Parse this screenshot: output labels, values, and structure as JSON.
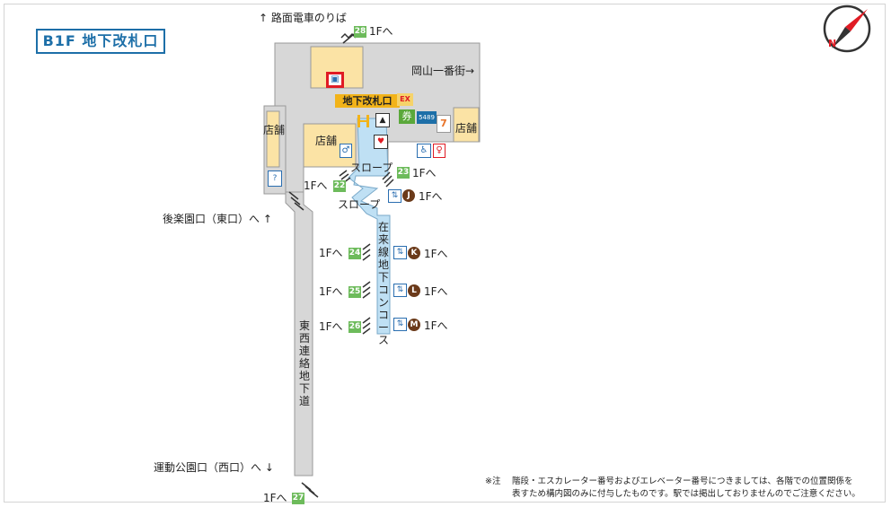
{
  "title": "B1F 地下改札口",
  "labels": {
    "tram": "↑ 路面電車のりば",
    "okayama": "岡山一番街→",
    "store_left": "店舗",
    "store_center": "店舗",
    "store_right": "店舗",
    "gate": "地下改札口",
    "slope_upper": "スロープ",
    "slope_lower": "スロープ",
    "concourse": "在来線地下コンコース",
    "passage": "東西連絡地下道",
    "korakuen": "後楽園口（東口）へ ↑",
    "undokoen": "運動公園口（西口）へ ↓",
    "shop_code": "5489"
  },
  "exits": [
    {
      "to": "1Fへ",
      "num": "28"
    },
    {
      "to": "1Fへ",
      "num": "23"
    },
    {
      "to": "1Fへ",
      "num": "22"
    },
    {
      "to": "1Fへ",
      "num": "24"
    },
    {
      "to": "1Fへ",
      "num": "25"
    },
    {
      "to": "1Fへ",
      "num": "26"
    },
    {
      "to": "1Fへ",
      "num": "27"
    }
  ],
  "elevators": [
    {
      "to": "1Fへ",
      "id": "J"
    },
    {
      "to": "1Fへ",
      "id": "K"
    },
    {
      "to": "1Fへ",
      "id": "L"
    },
    {
      "to": "1Fへ",
      "id": "M"
    }
  ],
  "note": {
    "prefix": "※注",
    "line1": "階段・エスカレーター番号およびエレベーター番号につきましては、各階での位置関係を",
    "line2": "表すため構内図のみに付与したものです。駅では掲出しておりませんのでご注意ください。"
  },
  "colors": {
    "title": "#1d6fa8",
    "floor": "#d7d7d7",
    "store": "#fbe3a5",
    "concourse": "#bfe0f4",
    "gate": "#f2b319",
    "stairs_number": "#6dbb5b",
    "elevator_badge": "#6b3a1a"
  }
}
